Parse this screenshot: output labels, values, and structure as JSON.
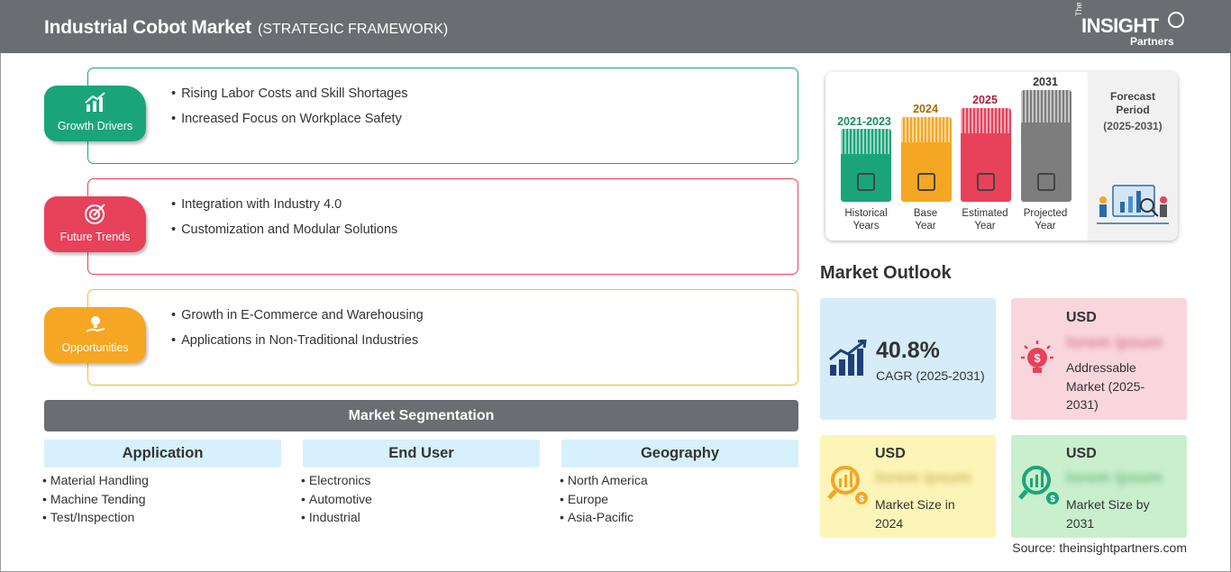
{
  "header": {
    "title": "Industrial Cobot Market",
    "subtitle": "(STRATEGIC FRAMEWORK)",
    "logo_the": "The",
    "logo_insight": "INSIGHT",
    "logo_partners": "Partners"
  },
  "drivers": {
    "label": "Growth Drivers",
    "color": "#1aa579",
    "items": [
      "Rising Labor Costs and Skill Shortages",
      "Increased Focus on Workplace Safety"
    ]
  },
  "trends": {
    "label": "Future Trends",
    "color": "#e8415a",
    "items": [
      "Integration with Industry 4.0",
      "Customization and Modular Solutions"
    ]
  },
  "opportunities": {
    "label": "Opportunities",
    "color": "#f5a623",
    "items": [
      "Growth in E-Commerce and Warehousing",
      "Applications in Non-Traditional Industries"
    ]
  },
  "segmentation": {
    "title": "Market Segmentation",
    "columns": [
      {
        "heading": "Application",
        "items": [
          "Material Handling",
          "Machine Tending",
          "Test/Inspection"
        ]
      },
      {
        "heading": "End User",
        "items": [
          "Electronics",
          "Automotive",
          "Industrial"
        ]
      },
      {
        "heading": "Geography",
        "items": [
          "North America",
          "Europe",
          "Asia-Pacific"
        ]
      }
    ]
  },
  "timeline": {
    "bars": [
      {
        "year": "2021-2023",
        "label1": "Historical",
        "label2": "Years",
        "color": "#1aa579",
        "year_color": "#1a8a66"
      },
      {
        "year": "2024",
        "label1": "Base",
        "label2": "Year",
        "color": "#f5a623",
        "year_color": "#a86a00"
      },
      {
        "year": "2025",
        "label1": "Estimated",
        "label2": "Year",
        "color": "#e8415a",
        "year_color": "#b0213a"
      },
      {
        "year": "2031",
        "label1": "Projected",
        "label2": "Year",
        "color": "#7d7d7d",
        "year_color": "#333333"
      }
    ],
    "forecast_title": "Forecast Period",
    "forecast_period": "(2025-2031)"
  },
  "outlook": {
    "title": "Market Outlook",
    "cagr_value": "40.8%",
    "cagr_label": "CAGR (2025-2031)",
    "addressable_usd": "USD",
    "addressable_value": "lorem ipsum",
    "addressable_label": "Addressable Market (2025-2031)",
    "size2024_usd": "USD",
    "size2024_value": "lorem ipsum",
    "size2024_label": "Market Size in 2024",
    "size2031_usd": "USD",
    "size2031_value": "lorem ipsum",
    "size2031_label": "Market Size by 2031"
  },
  "source": "Source: theinsightpartners.com"
}
